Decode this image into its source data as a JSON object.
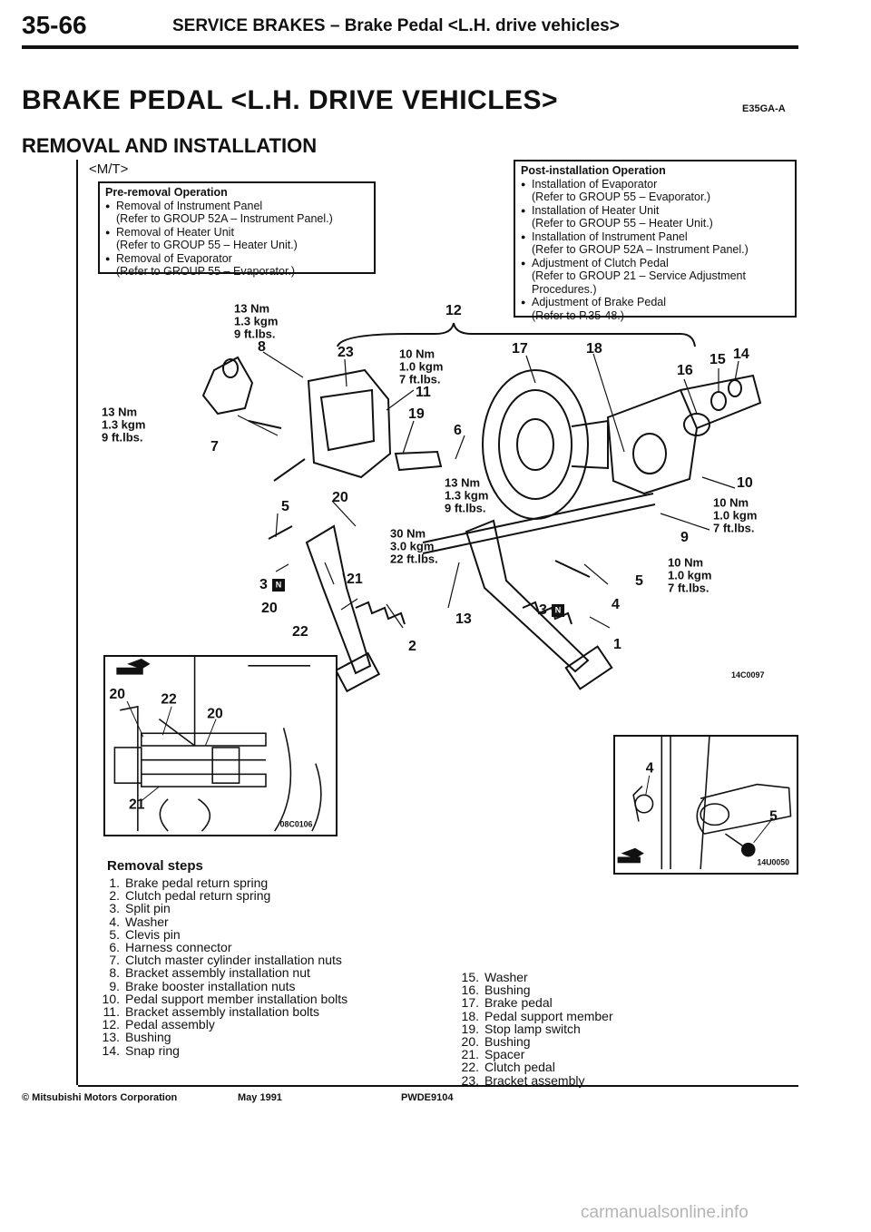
{
  "header": {
    "page_number": "35-66",
    "section_title": "SERVICE BRAKES – Brake Pedal <L.H. drive vehicles>"
  },
  "main_title": "BRAKE PEDAL <L.H. DRIVE VEHICLES>",
  "doc_code": "E35GA-A",
  "subtitle": "REMOVAL AND INSTALLATION",
  "variant": "<M/T>",
  "pre_removal": {
    "title": "Pre-removal Operation",
    "items": [
      {
        "text": "Removal of Instrument Panel",
        "ref": "(Refer to GROUP 52A – Instrument Panel.)"
      },
      {
        "text": "Removal of Heater Unit",
        "ref": "(Refer to GROUP 55 – Heater Unit.)"
      },
      {
        "text": "Removal of Evaporator",
        "ref": "(Refer to GROUP 55 – Evaporator.)"
      }
    ]
  },
  "post_installation": {
    "title": "Post-installation Operation",
    "items": [
      {
        "text": "Installation of Evaporator",
        "ref": "(Refer to GROUP 55 – Evaporator.)"
      },
      {
        "text": "Installation of Heater Unit",
        "ref": "(Refer to GROUP 55 – Heater Unit.)"
      },
      {
        "text": "Installation of Instrument Panel",
        "ref": "(Refer to GROUP 52A – Instrument Panel.)"
      },
      {
        "text": "Adjustment of Clutch Pedal",
        "ref": "(Refer to GROUP 21 – Service Adjustment Procedures.)"
      },
      {
        "text": "Adjustment of Brake Pedal",
        "ref": "(Refer to P.35-48.)"
      }
    ]
  },
  "diagram": {
    "figure_code": "14C0097",
    "inset1_code": "08C0106",
    "inset2_code": "14U0050",
    "torque": {
      "t13": {
        "nm": "13 Nm",
        "kgm": "1.3 kgm",
        "lbs": "9 ft.lbs."
      },
      "t10": {
        "nm": "10 Nm",
        "kgm": "1.0 kgm",
        "lbs": "7 ft.lbs."
      },
      "t30": {
        "nm": "30 Nm",
        "kgm": "3.0 kgm",
        "lbs": "22 ft.lbs."
      }
    },
    "callouts": {
      "c1": "1",
      "c2": "2",
      "c3": "3",
      "c4": "4",
      "c5": "5",
      "c6": "6",
      "c7": "7",
      "c8": "8",
      "c9": "9",
      "c10": "10",
      "c11": "11",
      "c12": "12",
      "c13": "13",
      "c14": "14",
      "c15": "15",
      "c16": "16",
      "c17": "17",
      "c18": "18",
      "c19": "19",
      "c20": "20",
      "c21": "21",
      "c22": "22",
      "c23": "23"
    },
    "new_part_mark": "N"
  },
  "removal_steps": {
    "title": "Removal steps",
    "left": [
      {
        "n": "1.",
        "t": "Brake pedal return spring"
      },
      {
        "n": "2.",
        "t": "Clutch pedal return spring"
      },
      {
        "n": "3.",
        "t": "Split pin"
      },
      {
        "n": "4.",
        "t": "Washer"
      },
      {
        "n": "5.",
        "t": "Clevis pin"
      },
      {
        "n": "6.",
        "t": "Harness connector"
      },
      {
        "n": "7.",
        "t": "Clutch master cylinder installation nuts"
      },
      {
        "n": "8.",
        "t": "Bracket assembly installation nut"
      },
      {
        "n": "9.",
        "t": "Brake booster installation nuts"
      },
      {
        "n": "10.",
        "t": "Pedal support member installation bolts"
      },
      {
        "n": "11.",
        "t": "Bracket assembly installation bolts"
      },
      {
        "n": "12.",
        "t": "Pedal assembly"
      },
      {
        "n": "13.",
        "t": "Bushing"
      },
      {
        "n": "14.",
        "t": "Snap ring"
      }
    ],
    "right": [
      {
        "n": "15.",
        "t": "Washer"
      },
      {
        "n": "16.",
        "t": "Bushing"
      },
      {
        "n": "17.",
        "t": "Brake pedal"
      },
      {
        "n": "18.",
        "t": "Pedal support member"
      },
      {
        "n": "19.",
        "t": "Stop lamp switch"
      },
      {
        "n": "20.",
        "t": "Bushing"
      },
      {
        "n": "21.",
        "t": "Spacer"
      },
      {
        "n": "22.",
        "t": "Clutch pedal"
      },
      {
        "n": "23.",
        "t": "Bracket assembly"
      }
    ]
  },
  "footer": {
    "copyright": "© Mitsubishi Motors Corporation",
    "date": "May 1991",
    "code": "PWDE9104"
  },
  "watermark": "carmanualsonline.info"
}
